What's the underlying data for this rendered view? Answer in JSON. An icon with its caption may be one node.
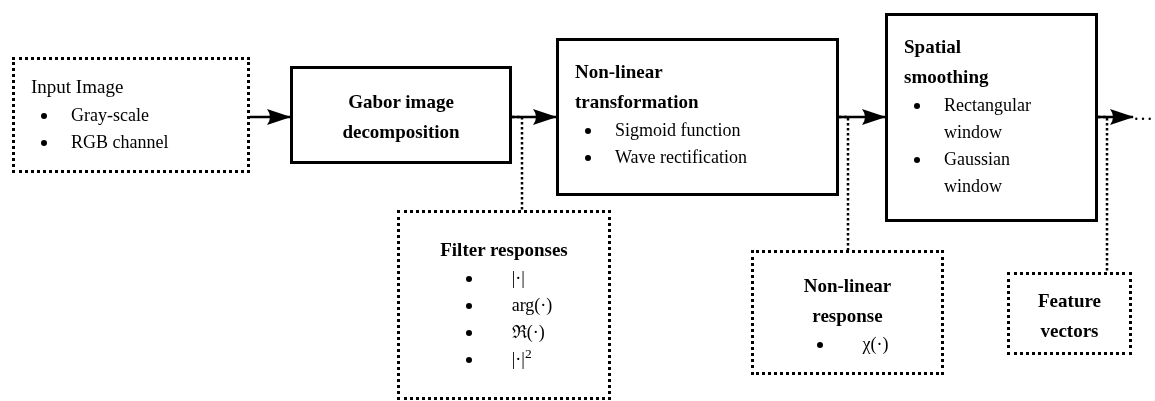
{
  "diagram": {
    "nodes": [
      {
        "text": [
          "Input Image",
          "Gray-scale",
          "RGB channel"
        ]
      },
      {
        "text": [
          "Gabor image decomposition"
        ]
      },
      {
        "text": [
          "Non-linear transformation",
          "Sigmoid function",
          "Wave rectification"
        ]
      },
      {
        "text": [
          "Spatial smoothing",
          "Rectangular window",
          "Gaussian window"
        ]
      },
      {
        "text": [
          "Filter responses",
          "|·|",
          "arg(·)",
          "ℜ(·)",
          "|·|$^{2}$"
        ]
      },
      {
        "text": [
          "Non-linear response",
          "χ(·)"
        ]
      },
      {
        "text": [
          "Feature vectors"
        ]
      },
      {
        "text": [
          "…"
        ]
      }
    ],
    "edges": [
      {
        "from": 0,
        "to": 1,
        "arrow": "to"
      },
      {
        "from": 1,
        "to": 2,
        "arrow": "to"
      },
      {
        "from": 2,
        "to": 3,
        "arrow": "to"
      },
      {
        "from": 3,
        "to": 7,
        "arrow": "to"
      },
      {
        "from": 1,
        "to": 4,
        "arrow": "none",
        "style": "dashed"
      },
      {
        "from": 2,
        "to": 5,
        "arrow": "none",
        "style": "dashed"
      },
      {
        "from": 3,
        "to": 6,
        "arrow": "none",
        "style": "dashed"
      }
    ],
    "labels": []
  }
}
